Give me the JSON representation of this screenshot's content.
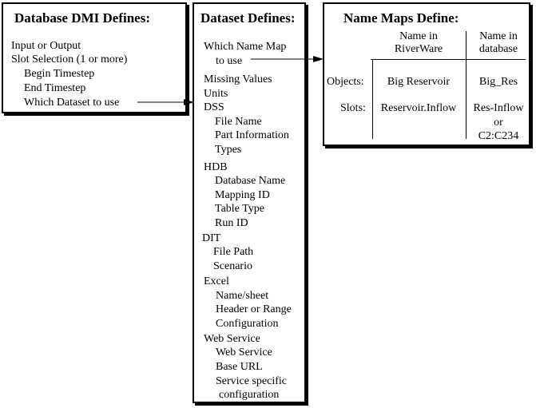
{
  "dmi": {
    "title": "Database DMI Defines:",
    "items": [
      "Input or Output",
      "Slot Selection (1 or more)",
      "Begin Timestep",
      "End Timestep",
      "Which Dataset to use"
    ]
  },
  "dataset": {
    "title": "Dataset Defines:",
    "which_map_1": "Which Name Map",
    "which_map_2": "to use",
    "missing_values": "Missing Values",
    "units": "Units",
    "dss": {
      "label": "DSS",
      "items": [
        "File Name",
        "Part Information",
        "Types"
      ]
    },
    "hdb": {
      "label": "HDB",
      "items": [
        "Database Name",
        "Mapping ID",
        "Table Type",
        "Run ID"
      ]
    },
    "dit": {
      "label": "DIT",
      "items": [
        "File Path",
        "Scenario"
      ]
    },
    "excel": {
      "label": "Excel",
      "items": [
        "Name/sheet",
        "Header or Range",
        "Configuration"
      ]
    },
    "web": {
      "label": "Web Service",
      "items": [
        "Web Service",
        "Base URL",
        "Service specific",
        "configuration"
      ]
    }
  },
  "maps": {
    "title": "Name Maps Define:",
    "col1_header": [
      "Name in",
      "RiverWare"
    ],
    "col2_header": [
      "Name in",
      "database"
    ],
    "rows": [
      {
        "label": "Objects:",
        "riverware": "Big Reservoir",
        "database": [
          "Big_Res"
        ]
      },
      {
        "label": "Slots:",
        "riverware": "Reservoir.Inflow",
        "database": [
          "Res-Inflow",
          "or",
          "C2:C234"
        ]
      }
    ]
  }
}
